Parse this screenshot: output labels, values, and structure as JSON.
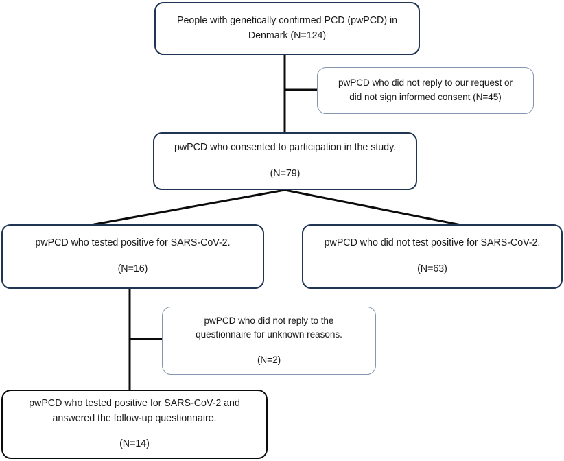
{
  "chart_data": {
    "type": "diagram",
    "title": "PCD COVID-19 study participant flow diagram",
    "diagram_kind": "flowchart",
    "nodes": [
      {
        "id": "source",
        "n": 124,
        "label": "People with genetically confirmed PCD (pwPCD) in Denmark (N=124)"
      },
      {
        "id": "excluded_1",
        "n": 45,
        "label": "pwPCD who did not reply to our request or did not sign informed consent (N=45)"
      },
      {
        "id": "consented",
        "n": 79,
        "label": "pwPCD who consented to participation in the study. (N=79)"
      },
      {
        "id": "positive",
        "n": 16,
        "label": "pwPCD who tested positive for SARS-CoV-2. (N=16)"
      },
      {
        "id": "negative",
        "n": 63,
        "label": "pwPCD who did not test positive for SARS-CoV-2. (N=63)"
      },
      {
        "id": "excluded_2",
        "n": 2,
        "label": "pwPCD who did not reply to the questionnaire for unknown reasons. (N=2)"
      },
      {
        "id": "final",
        "n": 14,
        "label": "pwPCD who tested positive for SARS-CoV-2 and answered the follow-up questionnaire. (N=14)"
      }
    ],
    "edges": [
      {
        "from": "source",
        "to": "consented"
      },
      {
        "from": "source",
        "to": "excluded_1"
      },
      {
        "from": "consented",
        "to": "positive"
      },
      {
        "from": "consented",
        "to": "negative"
      },
      {
        "from": "positive",
        "to": "final"
      },
      {
        "from": "positive",
        "to": "excluded_2"
      }
    ]
  },
  "colors": {
    "primary_border": "#1F3553",
    "excluded_border": "#8496B0",
    "final_border": "#0B0B0B",
    "connector": "#0B0B0B",
    "node_fill": "#FFFFFF",
    "text": "#1A1A1A"
  },
  "nodes": {
    "source": {
      "line1": "People with genetically confirmed PCD (pwPCD) in",
      "line2": "Denmark (N=124)"
    },
    "excluded_1": {
      "line1": "pwPCD who did not reply to our request or",
      "line2": "did not sign informed consent (N=45)"
    },
    "consented": {
      "line1": "pwPCD who consented to participation in the study.",
      "line2": "(N=79)"
    },
    "positive": {
      "line1": "pwPCD who tested positive for SARS-CoV-2.",
      "line2": "(N=16)"
    },
    "negative": {
      "line1": "pwPCD who did not test positive for SARS-CoV-2.",
      "line2": "(N=63)"
    },
    "excluded_2": {
      "line1": "pwPCD who did not reply to the",
      "line2": "questionnaire for unknown reasons.",
      "line3": "(N=2)"
    },
    "final": {
      "line1": "pwPCD who tested positive for SARS-CoV-2 and",
      "line2": "answered the follow-up questionnaire.",
      "line3": "(N=14)"
    }
  }
}
